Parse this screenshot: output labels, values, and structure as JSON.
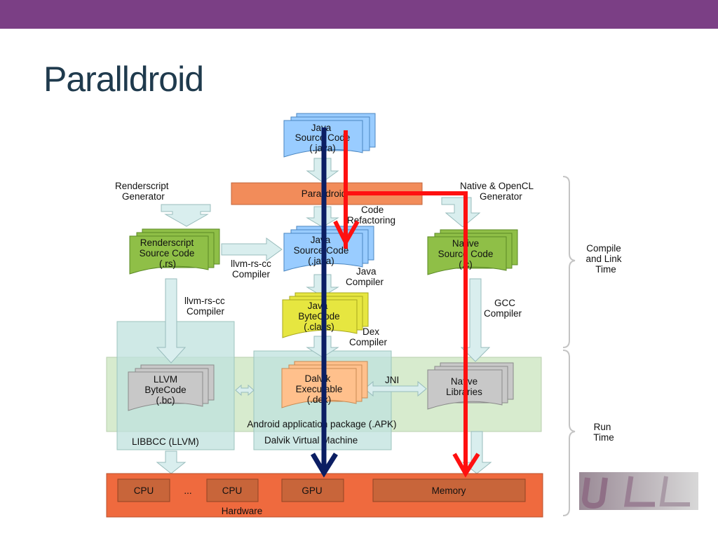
{
  "slide": {
    "title": "Paralldroid"
  },
  "diagram": {
    "java_source_top": [
      "Java",
      "Source Code",
      "(.java)"
    ],
    "paralldroid": "Paralldroid",
    "renderscript_generator": [
      "Renderscript",
      "Generator"
    ],
    "native_opencl_generator": [
      "Native & OpenCL",
      "Generator"
    ],
    "code_refactoring": [
      "Code",
      "Refactoring"
    ],
    "renderscript_source": [
      "Renderscript",
      "Source Code",
      "(.rs)"
    ],
    "llvm_rs_cc_compiler_1": [
      "llvm-rs-cc",
      "Compiler"
    ],
    "java_source_mid": [
      "Java",
      "Source Code",
      "(.java)"
    ],
    "native_source": [
      "Native",
      "Source Code",
      "(.c)"
    ],
    "java_compiler": [
      "Java",
      "Compiler"
    ],
    "llvm_rs_cc_compiler_2": [
      "llvm-rs-cc",
      "Compiler"
    ],
    "java_bytecode": [
      "Java",
      "ByteCode",
      "(.class)"
    ],
    "gcc_compiler": [
      "GCC",
      "Compiler"
    ],
    "dex_compiler": [
      "Dex",
      "Compiler"
    ],
    "llvm_bytecode": [
      "LLVM",
      "ByteCode",
      "(.bc)"
    ],
    "dalvik_executable": [
      "Dalvik",
      "Executable",
      "(.dex)"
    ],
    "jni": "JNI",
    "native_libraries": [
      "Native",
      "Libraries"
    ],
    "apk": "Android application package (.APK)",
    "libbcc": "LIBBCC (LLVM)",
    "dalvik_vm": "Dalvik Virtual Machine",
    "compile_link_time": [
      "Compile",
      "and Link",
      "Time"
    ],
    "run_time": [
      "Run",
      "Time"
    ],
    "cpu_1": "CPU",
    "ellipsis": "...",
    "cpu_2": "CPU",
    "gpu": "GPU",
    "memory": "Memory",
    "hardware": "Hardware"
  },
  "colors": {
    "accent_bar": "#7b3f85",
    "title_text": "#1f3a4d",
    "java_doc": "#99ccff",
    "renderscript_doc": "#8fbf47",
    "bytecode_doc": "#e6e640",
    "llvm_doc": "#c8c8c8",
    "dalvik_doc": "#ffc08c",
    "paralldroid_bar": "#f28c5a",
    "hardware_bar": "#ef6a3e",
    "hw_unit": "#c8653a",
    "runtime_band": "#d7ebce",
    "vm_panel": "#bfe1dd",
    "arrow_fill": "#d9eeee",
    "path_navy": "#0b1e63",
    "path_red": "#ff1010"
  },
  "logo": {
    "icon": "ull-university-logo"
  }
}
